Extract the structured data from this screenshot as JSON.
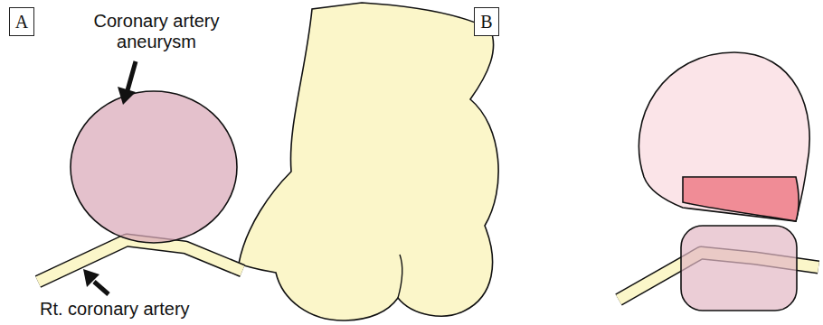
{
  "diagram": {
    "nodes": [
      {
        "text": [
          "A"
        ]
      },
      {
        "text": [
          "B"
        ]
      }
    ],
    "labels": [
      "Coronary artery aneurysm",
      "Rt. coronary artery"
    ]
  }
}
